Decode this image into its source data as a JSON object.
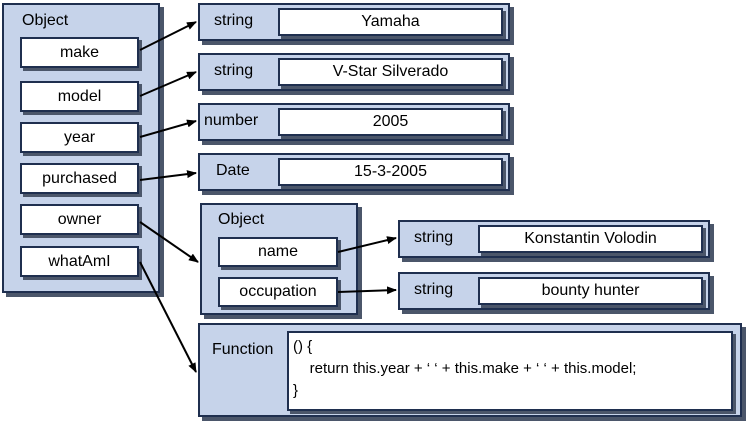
{
  "root": {
    "title": "Object",
    "props": [
      "make",
      "model",
      "year",
      "purchased",
      "owner",
      "whatAmI"
    ]
  },
  "values": [
    {
      "type": "string",
      "value": "Yamaha"
    },
    {
      "type": "string",
      "value": "V-Star Silverado"
    },
    {
      "type": "number",
      "value": "2005"
    },
    {
      "type": "Date",
      "value": "15-3-2005"
    }
  ],
  "owner": {
    "title": "Object",
    "props": [
      "name",
      "occupation"
    ],
    "values": [
      {
        "type": "string",
        "value": "Konstantin Volodin"
      },
      {
        "type": "string",
        "value": "bounty hunter"
      }
    ]
  },
  "func": {
    "type": "Function",
    "lines": [
      "() {",
      "    return this.year + ‘ ‘ + this.make + ‘ ‘ + this.model;",
      "}"
    ]
  }
}
